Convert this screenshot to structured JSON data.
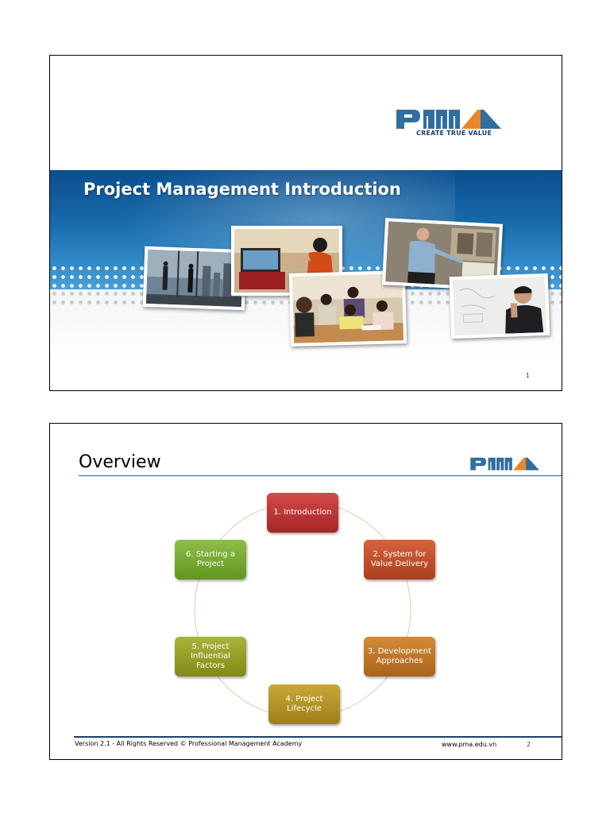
{
  "slide1": {
    "title": "Project Management Introduction",
    "logo_text": "PMA",
    "logo_tagline": "CREATE TRUE VALUE",
    "page_number": "1",
    "colors": {
      "logo_blue": "#2f6e9f",
      "logo_orange": "#e8862b",
      "banner_blue": "#1667a8"
    }
  },
  "slide2": {
    "title": "Overview",
    "logo_text": "PMA",
    "cycle_items": [
      {
        "label": "1. Introduction",
        "color": "#c23a3a"
      },
      {
        "label": "2. System for Value Delivery",
        "color": "#c2522c"
      },
      {
        "label": "3. Development Approaches",
        "color": "#c07a2a"
      },
      {
        "label": "4. Project Lifecycle",
        "color": "#b89527"
      },
      {
        "label": "5. Project Influential Factors",
        "color": "#9aa128"
      },
      {
        "label": "6. Starting a Project",
        "color": "#7cac35"
      }
    ],
    "footer": {
      "copyright": "Version 2.1 - All Rights Reserved © Professional Management Academy",
      "url": "www.pma.edu.vn",
      "page_number": "2"
    }
  }
}
